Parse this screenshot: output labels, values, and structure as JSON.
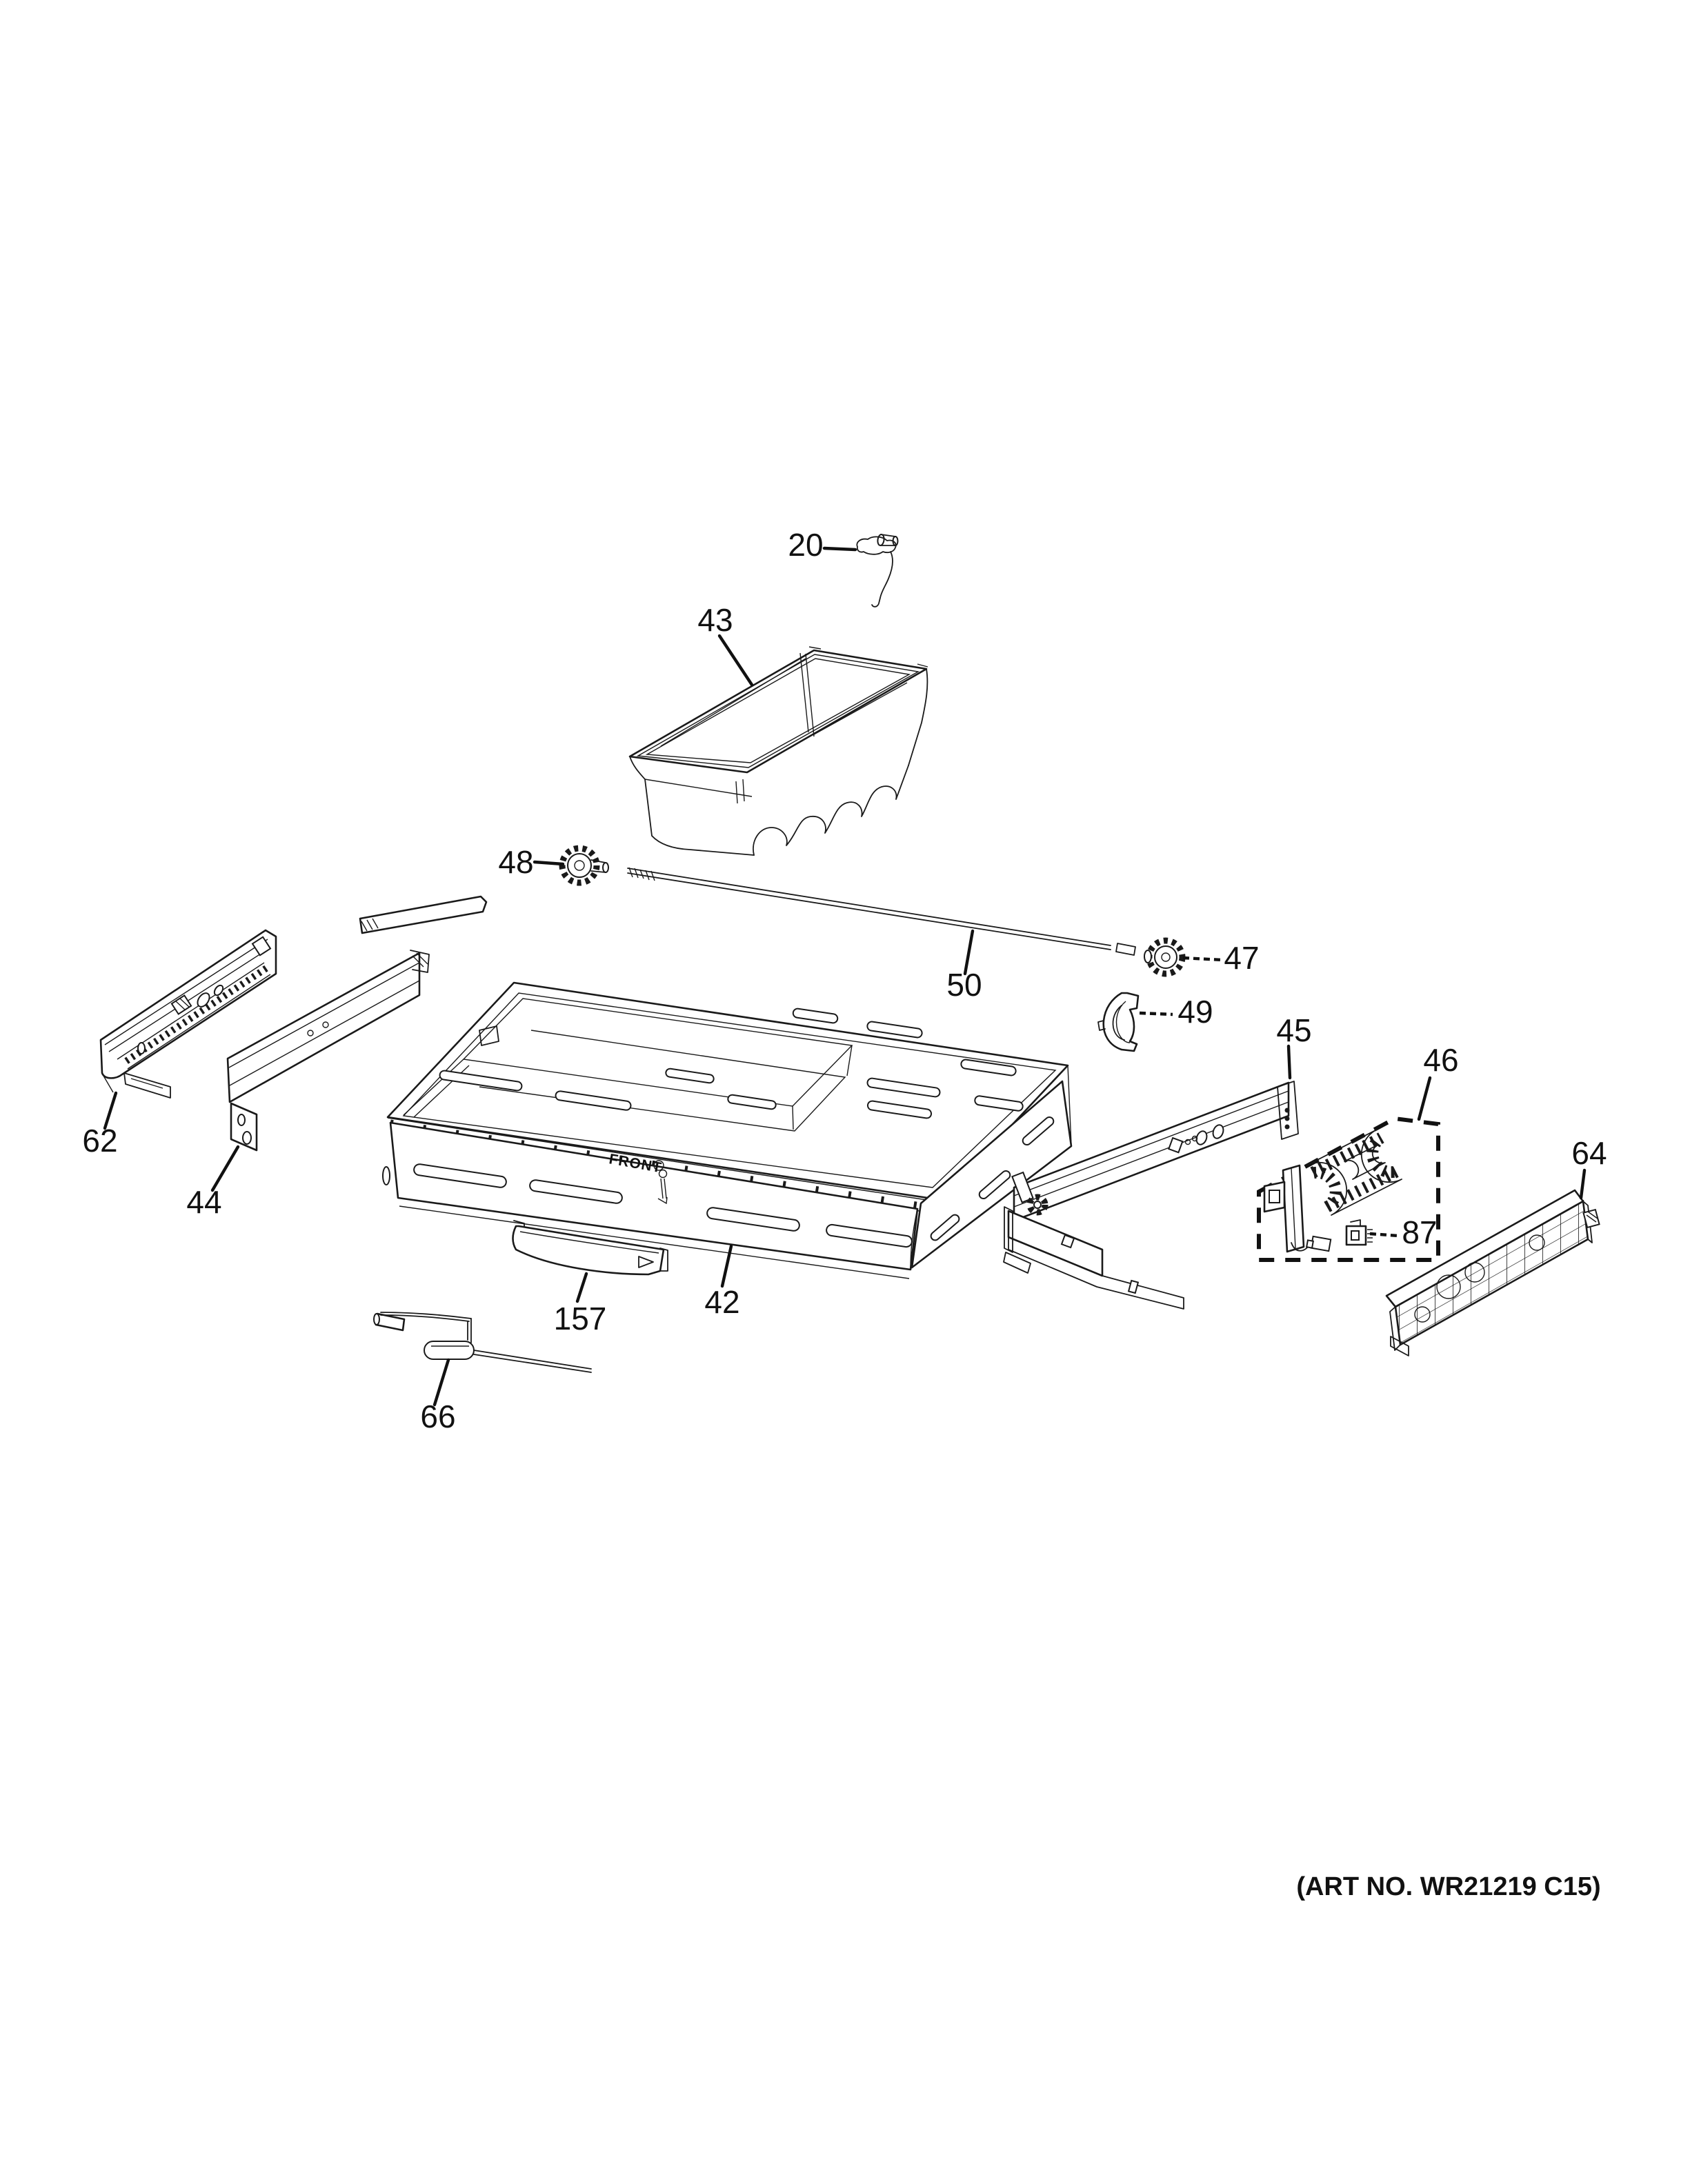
{
  "diagram": {
    "art_no": "(ART NO. WR21219 C15)",
    "front_label": "FRONT",
    "line_color": "#1a1a1a",
    "background": "#ffffff",
    "parts": [
      {
        "num": "20"
      },
      {
        "num": "43"
      },
      {
        "num": "48"
      },
      {
        "num": "50"
      },
      {
        "num": "47"
      },
      {
        "num": "49"
      },
      {
        "num": "45"
      },
      {
        "num": "46"
      },
      {
        "num": "87"
      },
      {
        "num": "64"
      },
      {
        "num": "62"
      },
      {
        "num": "44"
      },
      {
        "num": "42"
      },
      {
        "num": "157"
      },
      {
        "num": "66"
      }
    ]
  }
}
